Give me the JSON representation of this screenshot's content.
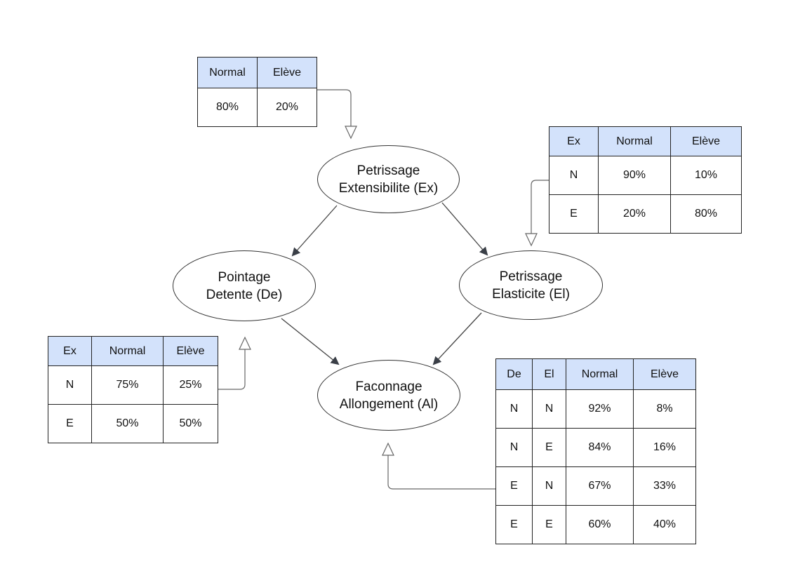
{
  "nodes": {
    "ex": {
      "line1": "Petrissage",
      "line2": "Extensibilite (Ex)"
    },
    "de": {
      "line1": "Pointage",
      "line2": "Detente (De)"
    },
    "el": {
      "line1": "Petrissage",
      "line2": "Elasticite (El)"
    },
    "al": {
      "line1": "Faconnage",
      "line2": "Allongement (Al)"
    }
  },
  "tables": {
    "ex": {
      "headers": [
        "Normal",
        "Elève"
      ],
      "rows": [
        [
          "80%",
          "20%"
        ]
      ]
    },
    "el": {
      "headers": [
        "Ex",
        "Normal",
        "Elève"
      ],
      "rows": [
        [
          "N",
          "90%",
          "10%"
        ],
        [
          "E",
          "20%",
          "80%"
        ]
      ]
    },
    "de": {
      "headers": [
        "Ex",
        "Normal",
        "Elève"
      ],
      "rows": [
        [
          "N",
          "75%",
          "25%"
        ],
        [
          "E",
          "50%",
          "50%"
        ]
      ]
    },
    "al": {
      "headers": [
        "De",
        "El",
        "Normal",
        "Elève"
      ],
      "rows": [
        [
          "N",
          "N",
          "92%",
          "8%"
        ],
        [
          "N",
          "E",
          "84%",
          "16%"
        ],
        [
          "E",
          "N",
          "67%",
          "33%"
        ],
        [
          "E",
          "E",
          "60%",
          "40%"
        ]
      ]
    }
  },
  "colors": {
    "header_fill": "#d3e2fb",
    "line": "#444444"
  }
}
